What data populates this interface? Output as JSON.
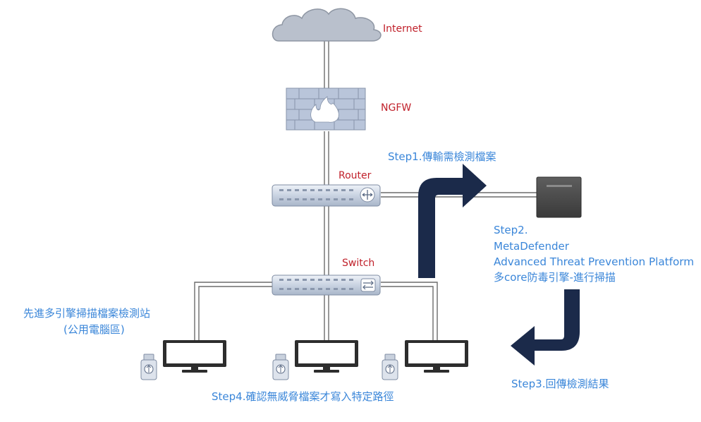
{
  "nodes": {
    "internet": "Internet",
    "ngfw": "NGFW",
    "router": "Router",
    "switch": "Switch"
  },
  "steps": {
    "step1": "Step1.傳輸需檢測檔案",
    "step2_line1": "Step2.",
    "step2_line2": "MetaDefender",
    "step2_line3": "Advanced Threat Prevention Platform",
    "step2_line4": "多core防毒引擎-進行掃描",
    "step3": "Step3.回傳檢測結果",
    "step4": "Step4.確認無威脅檔案才寫入特定路徑"
  },
  "station": {
    "line1": "先進多引擎掃描檔案檢測站",
    "line2": "(公用電腦區)"
  },
  "colors": {
    "label_red": "#c0202a",
    "label_blue": "#3a86d9",
    "arrow_navy": "#1b2a4a",
    "device_gray": "#a9b6c9"
  }
}
